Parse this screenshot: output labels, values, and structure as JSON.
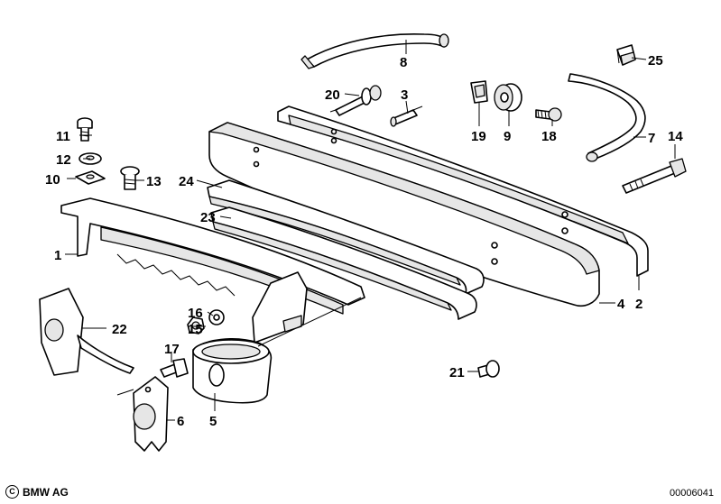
{
  "callouts": {
    "p1": "1",
    "p2": "2",
    "p3": "3",
    "p4": "4",
    "p5": "5",
    "p6": "6",
    "p7": "7",
    "p8": "8",
    "p9": "9",
    "p10": "10",
    "p11": "11",
    "p12": "12",
    "p13": "13",
    "p14": "14",
    "p15": "15",
    "p16": "16",
    "p17": "17",
    "p18": "18",
    "p19": "19",
    "p20": "20",
    "p21": "21",
    "p22": "22",
    "p23": "23",
    "p24": "24",
    "p25": "25"
  },
  "footer": {
    "copyright_symbol": "C",
    "brand": "BMW AG",
    "diagram_number": "00006041"
  }
}
